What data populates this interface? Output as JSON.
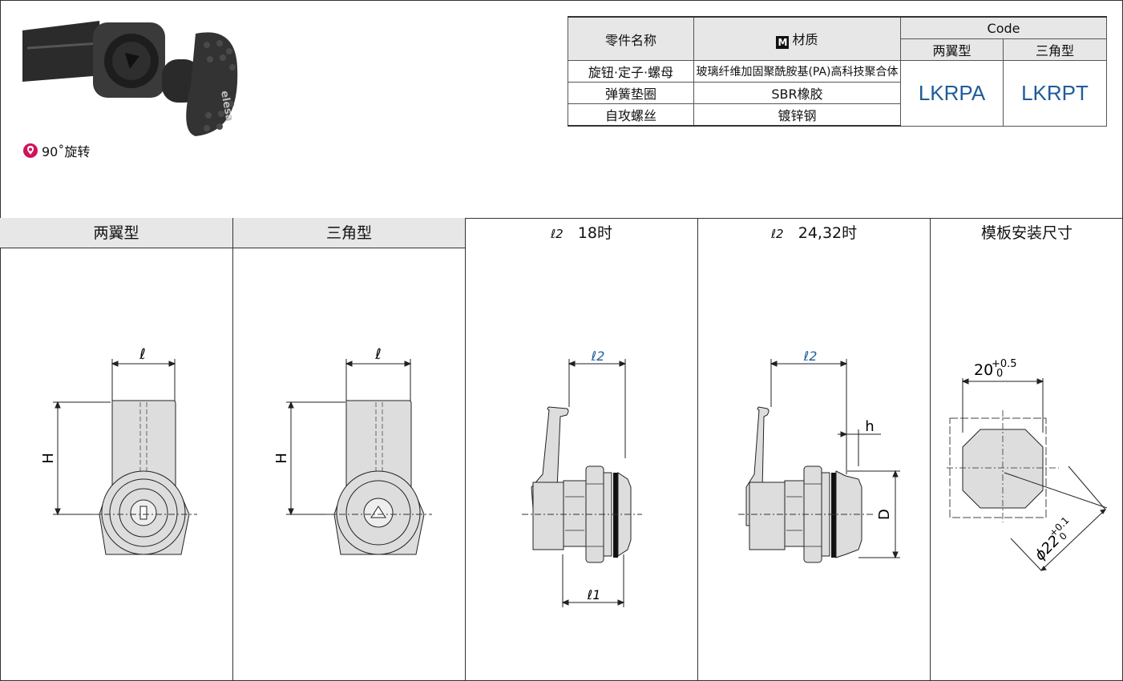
{
  "note": {
    "text": "90˚旋转",
    "icon": "rotation-warning-icon",
    "icon_color": "#d0135a"
  },
  "spec_table": {
    "headers": {
      "part_name": "零件名称",
      "material": "材质",
      "material_badge": "M",
      "code": "Code",
      "code_a": "两翼型",
      "code_b": "三角型"
    },
    "rows": [
      {
        "part": "旋钮·定子·螺母",
        "material": "玻璃纤维加固聚酰胺基(PA)高科技聚合体"
      },
      {
        "part": "弹簧垫圈",
        "material": "SBR橡胶"
      },
      {
        "part": "自攻螺丝",
        "material": "镀锌钢"
      }
    ],
    "codes": {
      "a": "LKRPA",
      "b": "LKRPT"
    },
    "code_color": "#1f5c99"
  },
  "panels": {
    "p1": {
      "title": "两翼型",
      "dim_top": "ℓ",
      "dim_side": "H"
    },
    "p2": {
      "title": "三角型",
      "dim_top": "ℓ",
      "dim_side": "H"
    },
    "p3": {
      "title_prefix": "ℓ2",
      "title_suffix": "18时",
      "dim_top": "ℓ2",
      "dim_bottom": "ℓ1"
    },
    "p4": {
      "title_prefix": "ℓ2",
      "title_suffix": "24,32时",
      "dim_top": "ℓ2",
      "dim_h": "h",
      "dim_d": "D"
    },
    "p5": {
      "title": "模板安装尺寸",
      "dim_width": "20",
      "dim_width_tol_upper": "+0.5",
      "dim_width_tol_lower": "0",
      "dim_diag": "ϕ22",
      "dim_diag_tol_upper": "+0.1",
      "dim_diag_tol_lower": "0"
    }
  }
}
